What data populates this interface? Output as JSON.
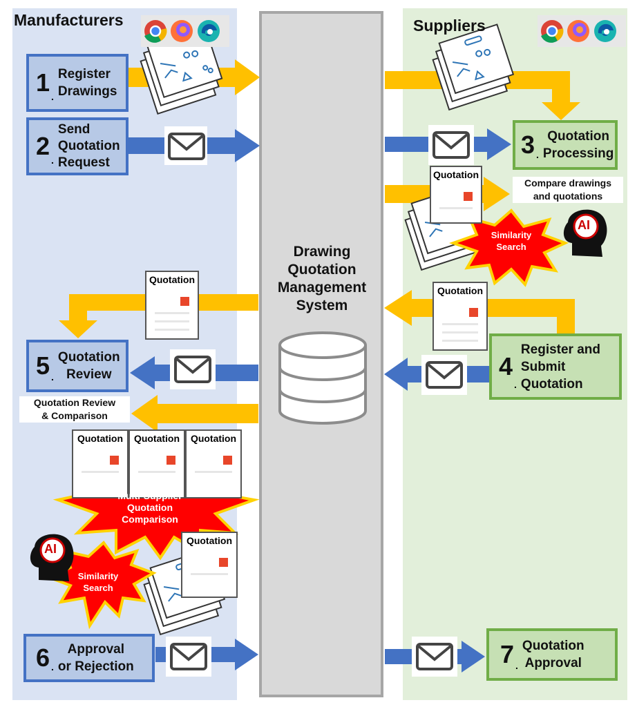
{
  "lanes": {
    "manufacturers_title": "Manufacturers",
    "suppliers_title": "Suppliers",
    "system_title_lines": [
      "Drawing",
      "Quotation",
      "Management",
      "System"
    ]
  },
  "colors": {
    "manufacturer_lane": "#dae3f3",
    "supplier_lane": "#e2efda",
    "system_column": "#d9d9d9",
    "blue_arrow": "#4472c4",
    "yellow_arrow": "#ffc000",
    "burst_fill": "#ff0000",
    "burst_outline": "#ffd200"
  },
  "steps": [
    {
      "num": "1",
      "lines": [
        "Register",
        "Drawings"
      ]
    },
    {
      "num": "2",
      "lines": [
        "Send",
        "Quotation",
        "Request"
      ]
    },
    {
      "num": "3",
      "lines": [
        "Quotation",
        "Processing"
      ]
    },
    {
      "num": "4",
      "lines": [
        "Register and",
        "Submit",
        "Quotation"
      ]
    },
    {
      "num": "5",
      "lines": [
        "Quotation",
        "Review"
      ]
    },
    {
      "num": "6",
      "lines": [
        "Approval",
        "or Rejection"
      ]
    },
    {
      "num": "7",
      "lines": [
        "Quotation",
        "Approval"
      ]
    }
  ],
  "callouts": {
    "compare": [
      "Compare drawings",
      "and quotations"
    ],
    "review_compare": [
      "Quotation Review",
      "& Comparison"
    ]
  },
  "quotation_label": "Quotation",
  "bursts": {
    "similarity_search": [
      "Similarity",
      "Search"
    ],
    "multi_supplier": [
      "Multi-Supplier",
      "Quotation",
      "Comparison"
    ]
  },
  "ai_label": "AI",
  "browser_icons": [
    "chrome-icon",
    "firefox-icon",
    "edge-icon"
  ]
}
